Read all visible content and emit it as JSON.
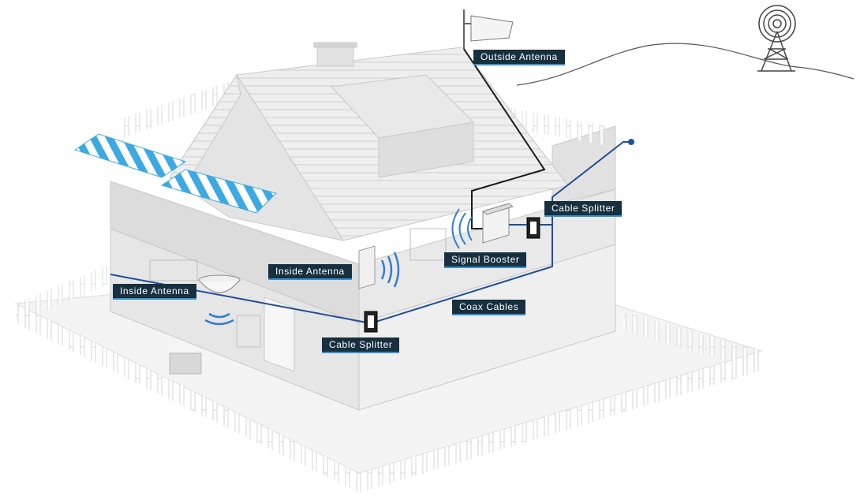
{
  "labels": {
    "outside_antenna": "Outside Antenna",
    "cable_splitter_top": "Cable Splitter",
    "signal_booster": "Signal Booster",
    "inside_antenna_upper": "Inside Antenna",
    "inside_antenna_lower": "Inside Antenna",
    "coax_cables": "Coax Cables",
    "cable_splitter_bottom": "Cable Splitter"
  },
  "colors": {
    "callout_bg": "#17303f",
    "coax_cable": "#1f4f99",
    "awning_stripe": "#3da9e3",
    "signal_wave": "#2f7fd0",
    "outline": "#c8c8c8"
  }
}
